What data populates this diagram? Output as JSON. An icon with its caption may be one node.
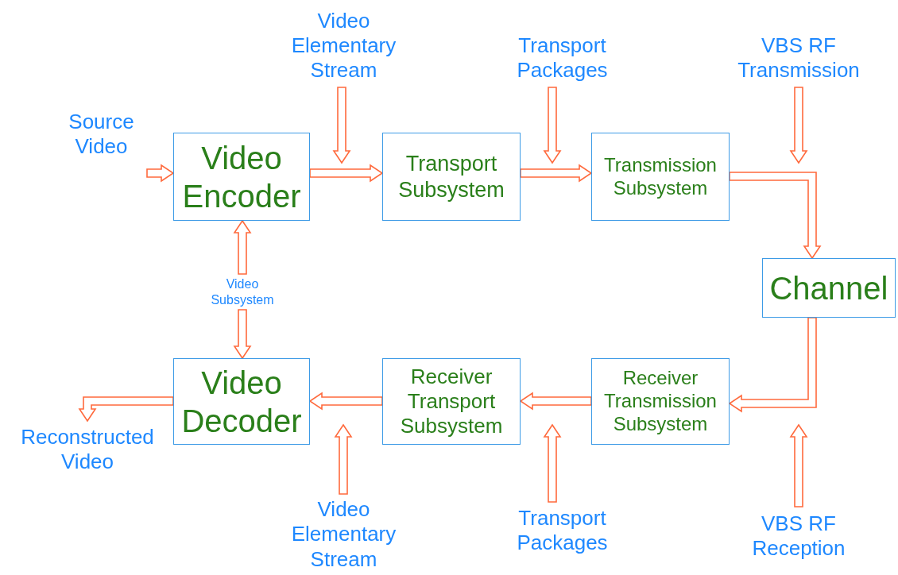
{
  "diagram": {
    "nodes": [
      {
        "text": [
          "Video Encoder"
        ]
      },
      {
        "text": [
          "Transport Subsystem"
        ]
      },
      {
        "text": [
          "Transmission Subsystem"
        ]
      },
      {
        "text": [
          "Channel"
        ]
      },
      {
        "text": [
          "Video Decoder"
        ]
      },
      {
        "text": [
          "Receiver Transport Subsystem"
        ]
      },
      {
        "text": [
          "Receiver Transmission Subsystem"
        ]
      },
      {
        "text": [
          "Source Video"
        ]
      },
      {
        "text": [
          "Video Elementary Stream"
        ]
      },
      {
        "text": [
          "Transport Packages"
        ]
      },
      {
        "text": [
          "VBS RF Transmission"
        ]
      },
      {
        "text": [
          "Video Subsystem"
        ]
      },
      {
        "text": [
          "Reconstructed Video"
        ]
      },
      {
        "text": [
          "Video Elementary Stream"
        ]
      },
      {
        "text": [
          "Transport Packages"
        ]
      },
      {
        "text": [
          "VBS RF Reception"
        ]
      }
    ],
    "edges": [
      {
        "from": 7,
        "to": 0,
        "arrow": "to"
      },
      {
        "from": 0,
        "to": 1,
        "arrow": "to"
      },
      {
        "from": 1,
        "to": 2,
        "arrow": "to"
      },
      {
        "from": 2,
        "to": 3,
        "arrow": "to"
      },
      {
        "from": 3,
        "to": 6,
        "arrow": "to"
      },
      {
        "from": 6,
        "to": 5,
        "arrow": "to"
      },
      {
        "from": 5,
        "to": 4,
        "arrow": "to"
      },
      {
        "from": 4,
        "to": 12,
        "arrow": "to"
      },
      {
        "from": 11,
        "to": 0,
        "arrow": "to"
      },
      {
        "from": 11,
        "to": 4,
        "arrow": "to"
      },
      {
        "from": 8,
        "to": null,
        "arrow": "to"
      },
      {
        "from": 9,
        "to": null,
        "arrow": "to"
      },
      {
        "from": 10,
        "to": null,
        "arrow": "to"
      },
      {
        "from": 13,
        "to": null,
        "arrow": "to"
      },
      {
        "from": 14,
        "to": null,
        "arrow": "to"
      },
      {
        "from": 15,
        "to": null,
        "arrow": "to"
      }
    ]
  }
}
